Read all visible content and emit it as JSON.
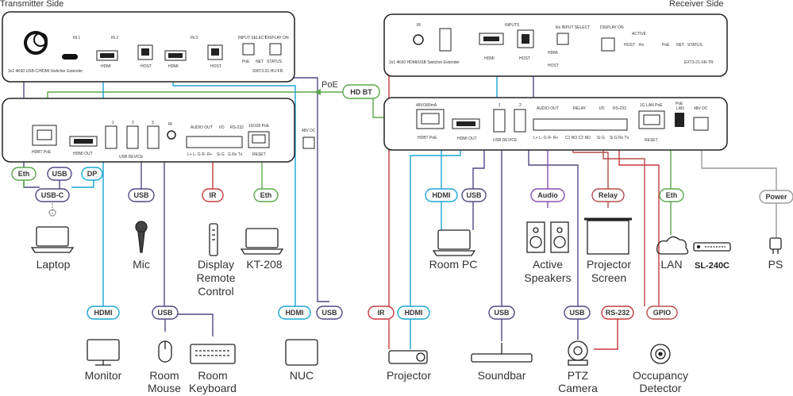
{
  "headers": {
    "transmitter": "Transmitter Side",
    "receiver": "Receiver Side"
  },
  "tx_top": {
    "model": "SWT3-31-HU-FR",
    "description": "3x1 4K60 USB-C/HDMI Switcher Extender",
    "port_in1": "IN 1",
    "port_in2": "IN 2",
    "port_in3": "IN 3",
    "hdmi": "HDMI",
    "host": "HOST",
    "input_select": "INPUT SELECT",
    "display_on": "DISPLAY ON",
    "leds": [
      "PoE",
      "NET",
      "STATUS"
    ]
  },
  "tx_back": {
    "hdbt": "HDBT PoE",
    "hdmi_out": "HDMI OUT",
    "usb_device": "USB DEVICE",
    "usb_nums": [
      "1",
      "2",
      "3"
    ],
    "ir": "IR",
    "audio_out": "AUDIO OUT",
    "io": "I/O",
    "rs232": "RS-232",
    "audio_pins": "L+ L- G R- R+",
    "io_pins": "Si G",
    "rs_pins": "G Rx Tx",
    "lan": "10/100 PoE",
    "reset": "RESET",
    "power": "48V DC"
  },
  "rx_top": {
    "model": "EXT3-21-XR-TR",
    "description": "2x1 4K60 HDMI/USB Switcher Extender",
    "ir": "IR",
    "inputs": "INPUTS",
    "hdmi": "HDMI",
    "host": "HOST",
    "rx_input_select": "Rx INPUT SELECT",
    "hdmi_led": "HDMI",
    "host_led": "HOST",
    "display_on": "DISPLAY ON",
    "active": "ACTIVE",
    "active_leds": [
      "HOST",
      "Rx"
    ],
    "leds": [
      "PoE",
      "NET",
      "STATUS"
    ]
  },
  "rx_back": {
    "power_in": "48V/380mA",
    "hdbt": "HDBT PoE",
    "hdmi_out": "HDMI OUT",
    "usb_device": "USB DEVICE",
    "usb_nums": [
      "1",
      "2"
    ],
    "audio_out": "AUDIO OUT",
    "relay": "RELAY",
    "io": "I/O",
    "rs232": "RS-232",
    "audio_pins": "L+ L- G R- R+",
    "relay_pins": "C1 NO C2 NO",
    "io_pins": "Si G",
    "rs_pins": "Si G Rx Tx",
    "lan": "1G LAN PoE",
    "reset": "RESET",
    "poe": "PoE",
    "lan_sw": "LAN",
    "power": "48V DC"
  },
  "cables": {
    "poe": "PoE",
    "hdbt": "HD BT",
    "eth_laptop": "Eth",
    "usb_laptop": "USB",
    "dp_laptop": "DP",
    "usbc": "USB-C",
    "usb_mic": "USB",
    "ir_tx": "IR",
    "eth_kt": "Eth",
    "hdmi_monitor": "HDMI",
    "usb_peripheral": "USB",
    "hdmi_nuc": "HDMI",
    "usb_nuc": "USB",
    "hdmi_pc": "HDMI",
    "usb_pc": "USB",
    "audio": "Audio",
    "relay": "Relay",
    "eth_lan": "Eth",
    "power": "Power",
    "ir_proj": "IR",
    "hdmi_proj": "HDMI",
    "usb_soundbar": "USB",
    "usb_ptz": "USB",
    "rs232": "RS-232",
    "gpio": "GPIO"
  },
  "devices": {
    "laptop": "Laptop",
    "mic": "Mic",
    "remote": [
      "Display",
      "Remote",
      "Control"
    ],
    "kt208": "KT-208",
    "monitor": "Monitor",
    "mouse": [
      "Room",
      "Mouse"
    ],
    "keyboard": [
      "Room",
      "Keyboard"
    ],
    "nuc": "NUC",
    "room_pc": "Room PC",
    "speakers": [
      "Active",
      "Speakers"
    ],
    "screen": [
      "Projector",
      "Screen"
    ],
    "lan": "LAN",
    "sl240c": "SL-240C",
    "ps": "PS",
    "projector": "Projector",
    "soundbar": "Soundbar",
    "ptz": [
      "PTZ",
      "Camera"
    ],
    "occupancy": [
      "Occupancy",
      "Detector"
    ]
  },
  "colors": {
    "hdmi": "#1aa6d6",
    "usb": "#4e4a86",
    "eth": "#5aa84a",
    "ir": "#c8383d",
    "audio": "#8a4fb0",
    "relay": "#b84a4a",
    "power": "#9a9a9a",
    "device": "#222222"
  },
  "icons": {
    "usbc_indicator": "circled-number-1-icon",
    "mic": "microphone-icon",
    "remote": "remote-control-icon",
    "laptop": "laptop-icon",
    "monitor": "monitor-icon",
    "mouse": "mouse-icon",
    "keyboard": "keyboard-icon",
    "nuc": "mini-pc-icon",
    "projector": "projector-icon",
    "soundbar": "soundbar-icon",
    "camera": "ptz-camera-icon",
    "sensor": "occupancy-sensor-icon",
    "speakers": "speakers-icon",
    "screen": "projector-screen-icon",
    "cloud": "cloud-icon",
    "switch": "network-switch-icon",
    "plug": "power-plug-icon"
  }
}
